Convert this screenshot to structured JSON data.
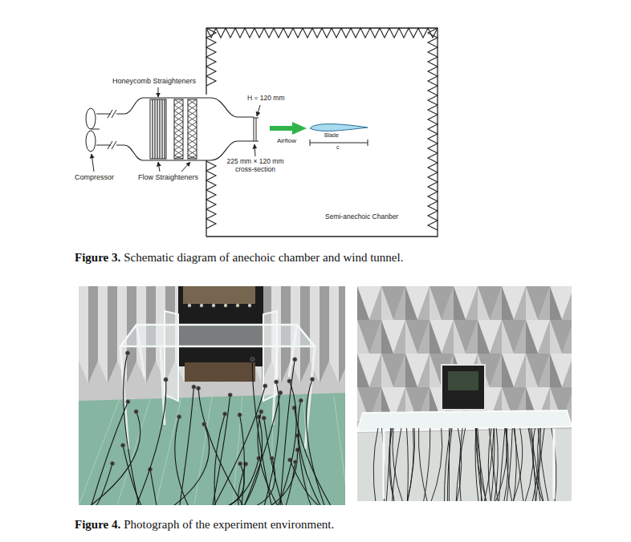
{
  "diagram": {
    "nodes": [
      {
        "text": [
          "Semi-anechoic Chanber"
        ]
      }
    ],
    "labels": [
      "Honeycomb Straighteners",
      "H = 120 mm",
      "Airflow",
      "Blade",
      "c",
      "225 mm × 120 mm cross-section",
      "Compressor",
      "Flow Straighteners",
      "Figure 3.",
      "Schematic diagram of anechoic chamber and wind tunnel.",
      "Figure 4.",
      "Photograph of the experiment environment."
    ]
  }
}
